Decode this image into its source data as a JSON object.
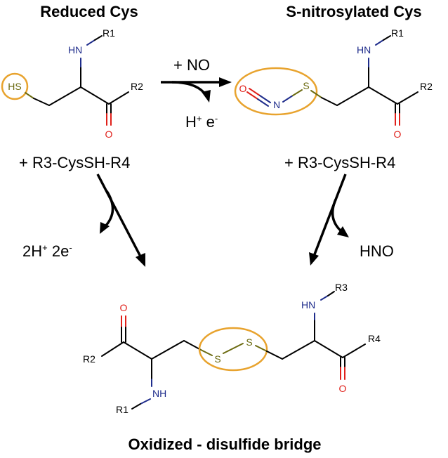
{
  "titles": {
    "reduced": "Reduced Cys",
    "nitrosylated": "S-nitrosylated Cys",
    "oxidized": "Oxidized - disulfide bridge"
  },
  "reagents": {
    "add_no": "+ NO",
    "h_plus": "H",
    "h_plus_sup": "+",
    "e_minus": " e",
    "e_minus_sup": "-",
    "cys_left": "+ R3-CysSH-R4",
    "cys_right": "+ R3-CysSH-R4",
    "two_h": "2H",
    "two_h_sup": "+",
    "two_e": " 2e",
    "two_e_sup": "-",
    "hno": "HNO"
  },
  "atoms": {
    "hs": "HS",
    "hn": "HN",
    "r1": "R1",
    "r2": "R2",
    "r3": "R3",
    "r4": "R4",
    "o": "O",
    "n": "N",
    "s": "S",
    "nh": "NH"
  },
  "colors": {
    "highlight_ring": "#e8a32e",
    "nitrogen": "#1f2d8c",
    "oxygen": "#e0201a",
    "sulfur": "#6b6a10"
  }
}
